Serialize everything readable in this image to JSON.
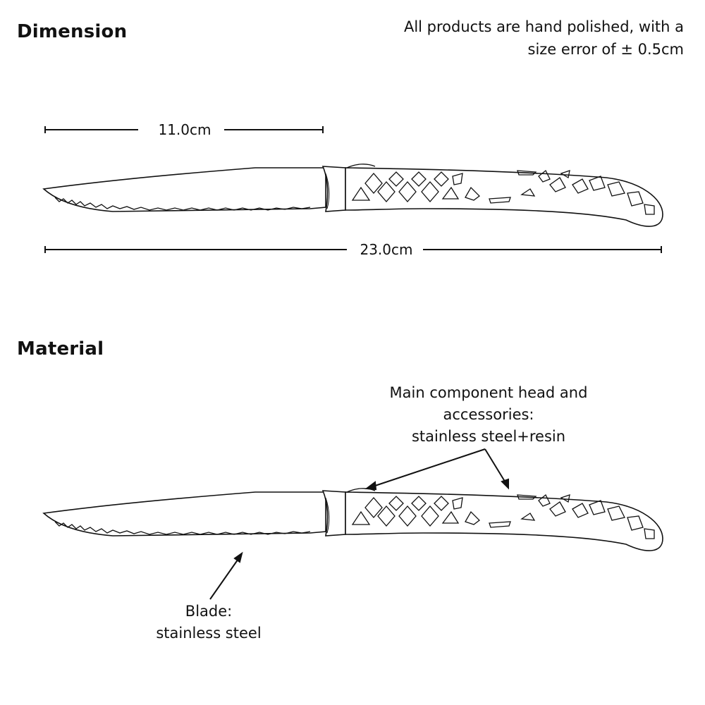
{
  "sections": {
    "dimension_title": "Dimension",
    "material_title": "Material"
  },
  "note": {
    "line1": "All products are hand polished, with a",
    "line2": "size error of ± 0.5cm"
  },
  "dimensions": {
    "blade_length": "11.0cm",
    "total_length": "23.0cm"
  },
  "materials": {
    "head": {
      "line1": "Main component head and",
      "line2": "accessories:",
      "line3": "stainless steel+resin"
    },
    "blade": {
      "line1": "Blade:",
      "line2": "stainless steel"
    }
  },
  "colors": {
    "line": "#111111",
    "background": "#ffffff"
  }
}
